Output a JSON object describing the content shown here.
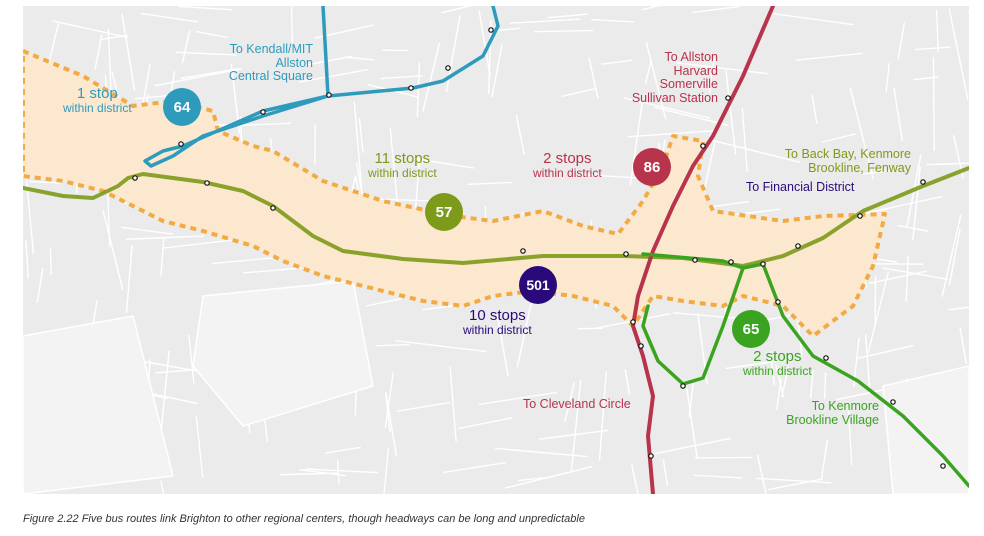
{
  "caption": "Figure 2.22  Five bus routes link Brighton to other regional centers, though headways can be long and unpredictable",
  "colors": {
    "route_64": "#2e9bbd",
    "route_86": "#b8334c",
    "route_57": "#7d9a1a",
    "route_501": "#2a0a7a",
    "route_65": "#3aa420",
    "district_fill": "#fde8cd",
    "district_border": "#f2a83a"
  },
  "routes": {
    "r64": {
      "number": "64",
      "stops_count": "1 stop",
      "stops_suffix": "within district",
      "destination": [
        "To Kendall/MIT",
        "Allston",
        "Central Square"
      ]
    },
    "r86": {
      "number": "86",
      "stops_count": "2 stops",
      "stops_suffix": "within district",
      "destination": [
        "To Allston",
        "Harvard",
        "Somerville",
        "Sullivan Station"
      ],
      "destination_2": "To Cleveland Circle"
    },
    "r57": {
      "number": "57",
      "stops_count": "11 stops",
      "stops_suffix": "within district",
      "destination": [
        "To Back Bay, Kenmore",
        "Brookline, Fenway"
      ]
    },
    "r501": {
      "number": "501",
      "stops_count": "10 stops",
      "stops_suffix": "within district",
      "destination": [
        "To Financial District"
      ]
    },
    "r65": {
      "number": "65",
      "stops_count": "2 stops",
      "stops_suffix": "within district",
      "destination": [
        "To Kenmore",
        "Brookline Village"
      ]
    }
  }
}
